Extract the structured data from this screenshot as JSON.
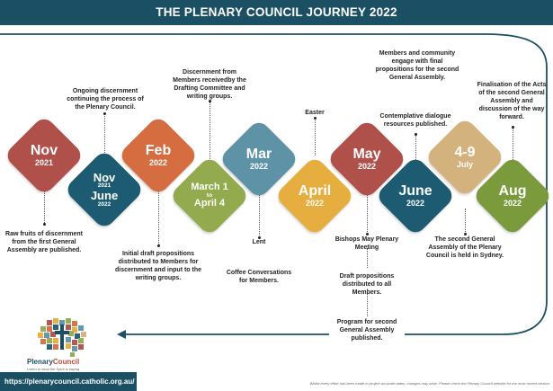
{
  "header": {
    "title": "THE PLENARY COUNCIL JOURNEY 2022"
  },
  "milestones": [
    {
      "id": "nov2021",
      "color": "#b0504a",
      "line1": "Nov",
      "line2": "2021"
    },
    {
      "id": "nov-june",
      "color": "#1d5b72",
      "line1": "Nov",
      "line2": "2021",
      "line3": "June",
      "line4": "2022"
    },
    {
      "id": "feb",
      "color": "#d66d40",
      "line1": "Feb",
      "line2": "2022"
    },
    {
      "id": "march-april",
      "color": "#93aa4e",
      "line1": "March 1",
      "line2": "to",
      "line3": "April 4"
    },
    {
      "id": "mar",
      "color": "#5e93a7",
      "line1": "Mar",
      "line2": "2022"
    },
    {
      "id": "april",
      "color": "#e6ad3f",
      "line1": "April",
      "line2": "2022"
    },
    {
      "id": "may",
      "color": "#b0504a",
      "line1": "May",
      "line2": "2022"
    },
    {
      "id": "june",
      "color": "#1d5b72",
      "line1": "June",
      "line2": "2022"
    },
    {
      "id": "july",
      "color": "#d4b27d",
      "line1": "4-9",
      "line2": "July"
    },
    {
      "id": "aug",
      "color": "#7b9a3c",
      "line1": "Aug",
      "line2": "2022"
    }
  ],
  "annotations": {
    "ongoing": "Ongoing discernment continuing the process of the Plenary Council.",
    "raw_fruits": "Raw fruits of discernment from  the first General Assembly are published.",
    "initial_draft": "Initial draft propositions distributed to Members for discernment and input to the writing groups.",
    "discernment": "Discernment from Members receivedby the Drafting Committee and writing groups.",
    "lent": "Lent",
    "coffee": "Coffee Conversations for Members.",
    "easter": "Easter",
    "bishops": "Bishops May Plenary Meeting",
    "draft_props": "Draft propositions distributed to all Members.",
    "program": "Program for second General Assembly published.",
    "members_engage": "Members and community engage with final propositions for the second General Assembly.",
    "contemplative": "Contemplative dialogue resources published.",
    "second_assembly": "The second General Assembly of the Plenary Council is held in Sydney.",
    "finalisation": "Finalisation of the Acts of the second General Assembly and discussion of the way forward."
  },
  "logo": {
    "name_part1": "Plenary",
    "name_part2": "Council",
    "tagline": "Listen to what the Spirit is saying"
  },
  "footer": {
    "url": "https://plenarycouncil.catholic.org.au/",
    "disclaimer": "Whilst every effort has been made to project accurate dates, changes may arise. Please check the Plenary Council website for the most recent version."
  },
  "colors": {
    "header": "#1b4f63",
    "arrow": "#1b4f63"
  }
}
